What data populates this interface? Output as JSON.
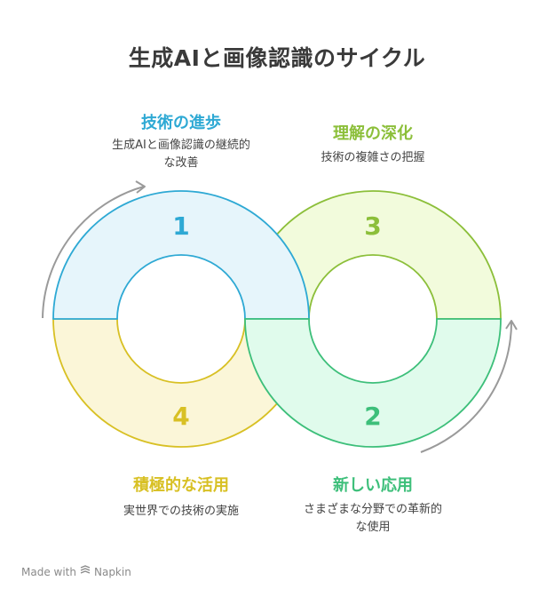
{
  "title": "生成AIと画像認識のサイクル",
  "stages": [
    {
      "number": "1",
      "title": "技術の進歩",
      "description_lines": [
        "生成AIと画像認識の継続的",
        "な改善"
      ],
      "color": "#2ea9d4",
      "fill": "#e6f5fb",
      "stroke": "#2ea9d4"
    },
    {
      "number": "2",
      "title": "新しい応用",
      "description_lines": [
        "さまざまな分野での革新的",
        "な使用"
      ],
      "color": "#3dbf7a",
      "fill": "#e0fbec",
      "stroke": "#3dbf7a"
    },
    {
      "number": "3",
      "title": "理解の深化",
      "description_lines": [
        "技術の複雑さの把握"
      ],
      "color": "#8cbf3a",
      "fill": "#f2fbdc",
      "stroke": "#8cbf3a"
    },
    {
      "number": "4",
      "title": "積極的な活用",
      "description_lines": [
        "実世界での技術の実施"
      ],
      "color": "#d8c024",
      "fill": "#fbf6d8",
      "stroke": "#d8c024"
    }
  ],
  "footer": {
    "made_with": "Made with",
    "brand": "Napkin"
  },
  "colors": {
    "arrow": "#9a9a9a",
    "title": "#3a3a3a"
  }
}
